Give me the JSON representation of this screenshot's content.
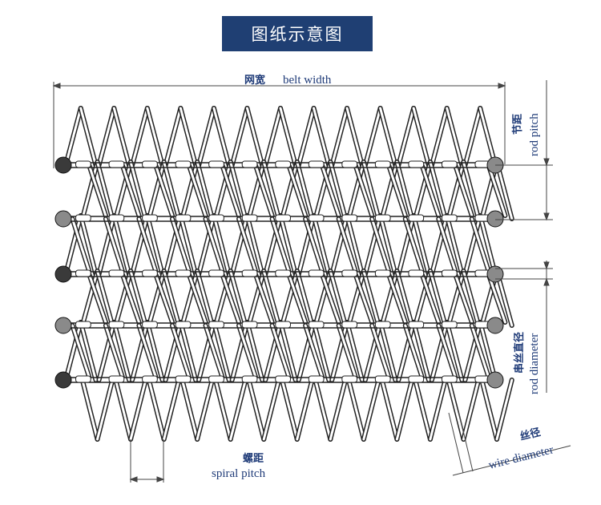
{
  "header": {
    "title": "图纸示意图"
  },
  "labels": {
    "belt_width_cn": "网宽",
    "belt_width_en": "belt  width",
    "rod_pitch_cn": "节距",
    "rod_pitch_en": "rod  pitch",
    "rod_diameter_cn": "串丝直径",
    "rod_diameter_en": "rod  diameter",
    "spiral_pitch_cn": "螺距",
    "spiral_pitch_en": "spiral  pitch",
    "wire_diameter_cn": "丝径",
    "wire_diameter_en": "wire  diameter"
  },
  "colors": {
    "header_bg": "#1f3f73",
    "label": "#1f3b78",
    "line": "#222222",
    "rod_dark": "#3a3a3a",
    "rod_light": "#8a8a8a"
  },
  "mesh": {
    "spirals": 13,
    "rows": 5
  }
}
